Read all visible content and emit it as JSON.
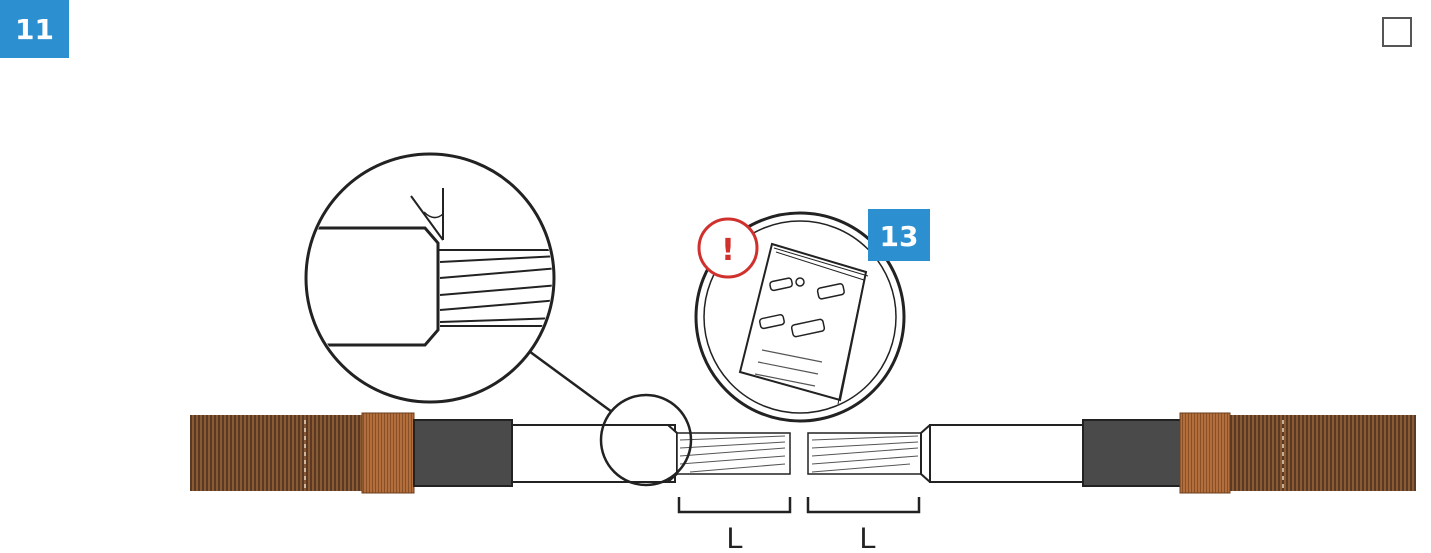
{
  "step": {
    "number": "11"
  },
  "checkbox": {
    "checked": false
  },
  "reference": {
    "step": "13",
    "color": "#2b8fd0"
  },
  "warning": {
    "symbol": "!",
    "color": "#d0312d"
  },
  "dimension_left": {
    "label": "L"
  },
  "dimension_right": {
    "label": "L"
  },
  "colors": {
    "accent": "#2b8fd0",
    "copper": "#c07a45",
    "jacket": "#4a4a4a",
    "screen": "#6b4a32"
  }
}
